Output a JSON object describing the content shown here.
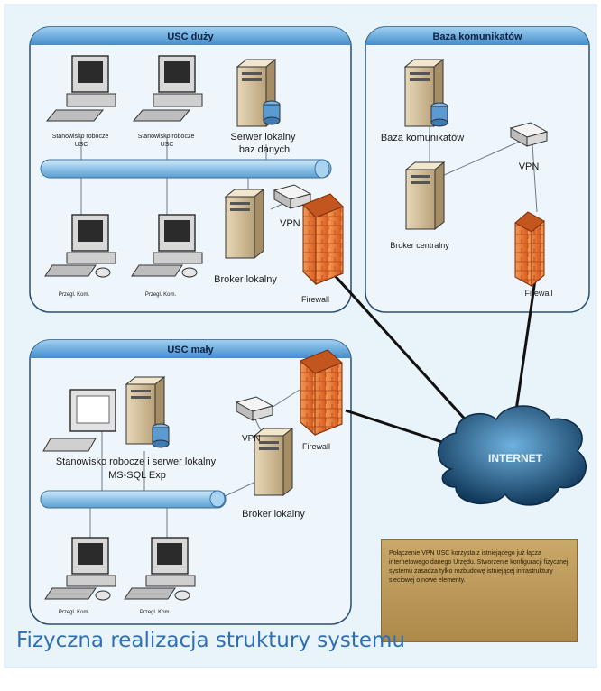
{
  "groups": {
    "large": {
      "title": "USC duży"
    },
    "base": {
      "title": "Baza komunikatów"
    },
    "small": {
      "title": "USC mały"
    }
  },
  "labels": {
    "ws1": [
      "Stanowisko robocze",
      "USC"
    ],
    "ws2": [
      "Stanowisko robocze",
      "USC"
    ],
    "srv_local": [
      "Serwer lokalny",
      "baz danych"
    ],
    "przegl1": "Przegl. Kom.",
    "przegl2": "Przegl. Kom.",
    "vpn_large": "VPN",
    "broker_local_large": "Broker lokalny",
    "firewall_large": "Firewall",
    "base_db": "Baza komunikatów",
    "vpn_base": "VPN",
    "broker_central": "Broker centralny",
    "firewall_base": "Firewall",
    "ws_small": [
      "Stanowisko robocze i serwer lokalny",
      "MS-SQL Exp"
    ],
    "vpn_small": "VPN",
    "firewall_small": "Firewall",
    "broker_local_small": "Broker lokalny",
    "przegl3": "Przegl. Kom.",
    "przegl4": "Przegl. Kom.",
    "internet": "INTERNET"
  },
  "note": "Połączenie VPN USC korzysta z istniejącego już łącza internetowego danego Urzędu. Stworzenie konfiguracji fizycznej systemu zasadza tylko rozbudowę istniejącej infrastruktury sieciowej o nowe elementy.",
  "caption": "Fizyczna realizacja struktury systemu",
  "colors": {
    "panel": "#e9f3fa",
    "border": "#3a6fa0",
    "header": "#5aa0d8",
    "bus": "#8fc4ea",
    "firewall": "#ee7a3a",
    "cloud": "#1d4f78",
    "caption": "#2f6fb5"
  }
}
